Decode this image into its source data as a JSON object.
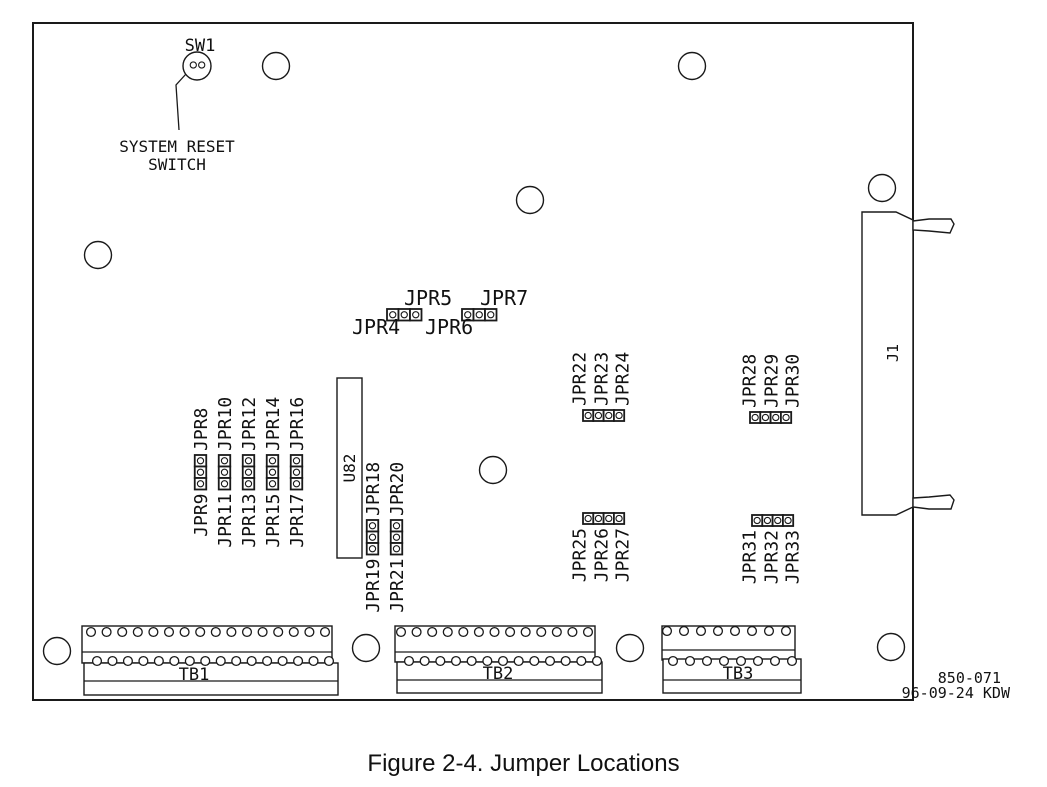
{
  "page": {
    "background": "#ffffff",
    "line_color": "#1a1a1a"
  },
  "caption": "Figure 2-4. Jumper Locations",
  "title_block": {
    "drawing_number": "850-071",
    "revision_date": "96-09-24 KDW"
  },
  "board": {
    "reset_switch": {
      "ref": "SW1",
      "caption_line1": "SYSTEM RESET",
      "caption_line2": "SWITCH"
    },
    "ic": {
      "ref": "U82"
    },
    "edge_connector": {
      "ref": "J1"
    },
    "mounting_hole_count": 10,
    "terminal_blocks": [
      {
        "ref": "TB1",
        "top_pin_count": 16,
        "bottom_pin_count": 16
      },
      {
        "ref": "TB2",
        "top_pin_count": 13,
        "bottom_pin_count": 13
      },
      {
        "ref": "TB3",
        "top_pin_count": 8,
        "bottom_pin_count": 8
      }
    ],
    "jumpers": {
      "pair_blocks_horizontal": [
        {
          "pins": 3,
          "label_above": "JPR5",
          "label_below": "JPR4"
        },
        {
          "pins": 3,
          "label_above": "JPR7",
          "label_below": "JPR6"
        }
      ],
      "columns_vertical": [
        {
          "pins": 3,
          "label_above": "JPR8",
          "label_below": "JPR9"
        },
        {
          "pins": 3,
          "label_above": "JPR10",
          "label_below": "JPR11"
        },
        {
          "pins": 3,
          "label_above": "JPR12",
          "label_below": "JPR13"
        },
        {
          "pins": 3,
          "label_above": "JPR14",
          "label_below": "JPR15"
        },
        {
          "pins": 3,
          "label_above": "JPR16",
          "label_below": "JPR17"
        },
        {
          "pins": 3,
          "label_above": "JPR18",
          "label_below": "JPR19"
        },
        {
          "pins": 3,
          "label_above": "JPR20",
          "label_below": "JPR21"
        }
      ],
      "quad_blocks_horizontal": [
        {
          "pins": 4,
          "label_side": "above",
          "labels": [
            "JPR22",
            "JPR23",
            "JPR24"
          ]
        },
        {
          "pins": 4,
          "label_side": "above",
          "labels": [
            "JPR28",
            "JPR29",
            "JPR30"
          ]
        },
        {
          "pins": 4,
          "label_side": "below",
          "labels": [
            "JPR25",
            "JPR26",
            "JPR27"
          ]
        },
        {
          "pins": 4,
          "label_side": "below",
          "labels": [
            "JPR31",
            "JPR32",
            "JPR33"
          ]
        }
      ]
    }
  }
}
